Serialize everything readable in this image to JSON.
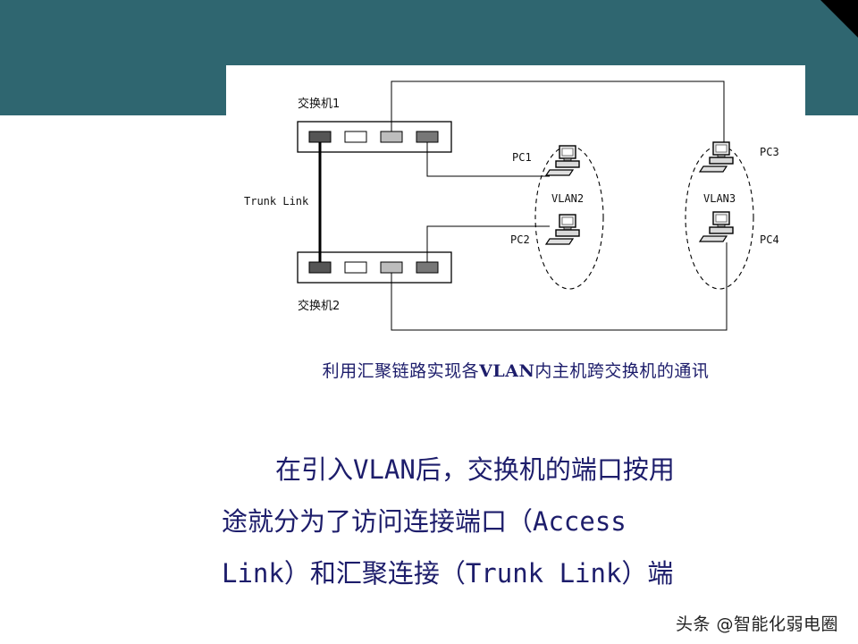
{
  "slide": {
    "caption_prefix": "利用汇聚链路实现各",
    "caption_bold": "VLAN",
    "caption_suffix": "内主机跨交换机的通讯",
    "body_line1": "在引入VLAN后，交换机的端口按用",
    "body_line2": "途就分为了访问连接端口（Access",
    "body_line3": "Link）和汇聚连接（Trunk Link）端",
    "watermark": "头条 @智能化弱电圈",
    "colors": {
      "banner": "#2f6670",
      "text": "#1d1d6b"
    }
  },
  "diagram": {
    "switch1_label": "交换机1",
    "switch2_label": "交换机2",
    "trunk_label": "Trunk Link",
    "vlan2_label": "VLAN2",
    "vlan3_label": "VLAN3",
    "pc1_label": "PC1",
    "pc2_label": "PC2",
    "pc3_label": "PC3",
    "pc4_label": "PC4",
    "icons": [
      "switch",
      "computer-icon"
    ]
  }
}
